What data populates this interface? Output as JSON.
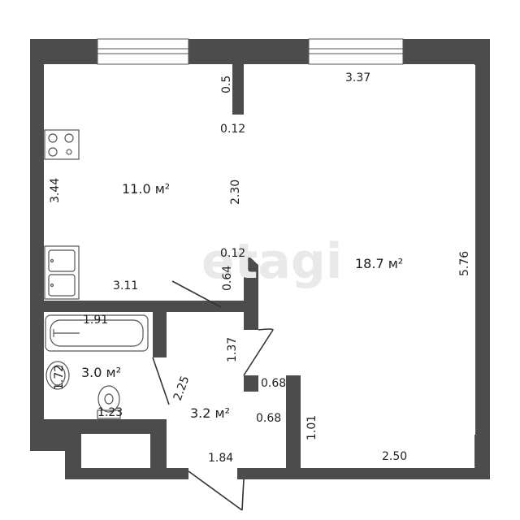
{
  "colors": {
    "wall": "#4c4c4c",
    "floor": "#ffffff",
    "stroke": "#555555",
    "text": "#222222",
    "watermark": "#e9e9e9"
  },
  "watermark": "etagi",
  "rooms": {
    "kitchen_area": "11.0 м²",
    "living_area": "18.7 м²",
    "bathroom_area": "3.0 м²",
    "hall_area": "3.2 м²"
  },
  "dimensions": {
    "living_top_width": "3.37",
    "living_height": "5.76",
    "living_bottom_width": "2.50",
    "closet_height": "1.01",
    "closet_top_width": "0.68",
    "closet_side": "0.68",
    "kitchen_height": "3.44",
    "kitchen_width": "3.11",
    "kitchen_wall_segment": "2.30",
    "wall_top": "0.5",
    "wall_small_1": "0.12",
    "wall_small_2": "0.12",
    "wall_stub": "0.64",
    "bath_width": "1.91",
    "bath_height": "1.72",
    "toilet_width": "1.23",
    "bath_diag": "2.25",
    "hall_height": "1.37",
    "hall_bottom_width": "1.84"
  },
  "icons": [
    "stove-icon",
    "sink-icon",
    "bathtub-icon",
    "washbasin-icon",
    "toilet-icon",
    "window-icon",
    "door-icon"
  ]
}
